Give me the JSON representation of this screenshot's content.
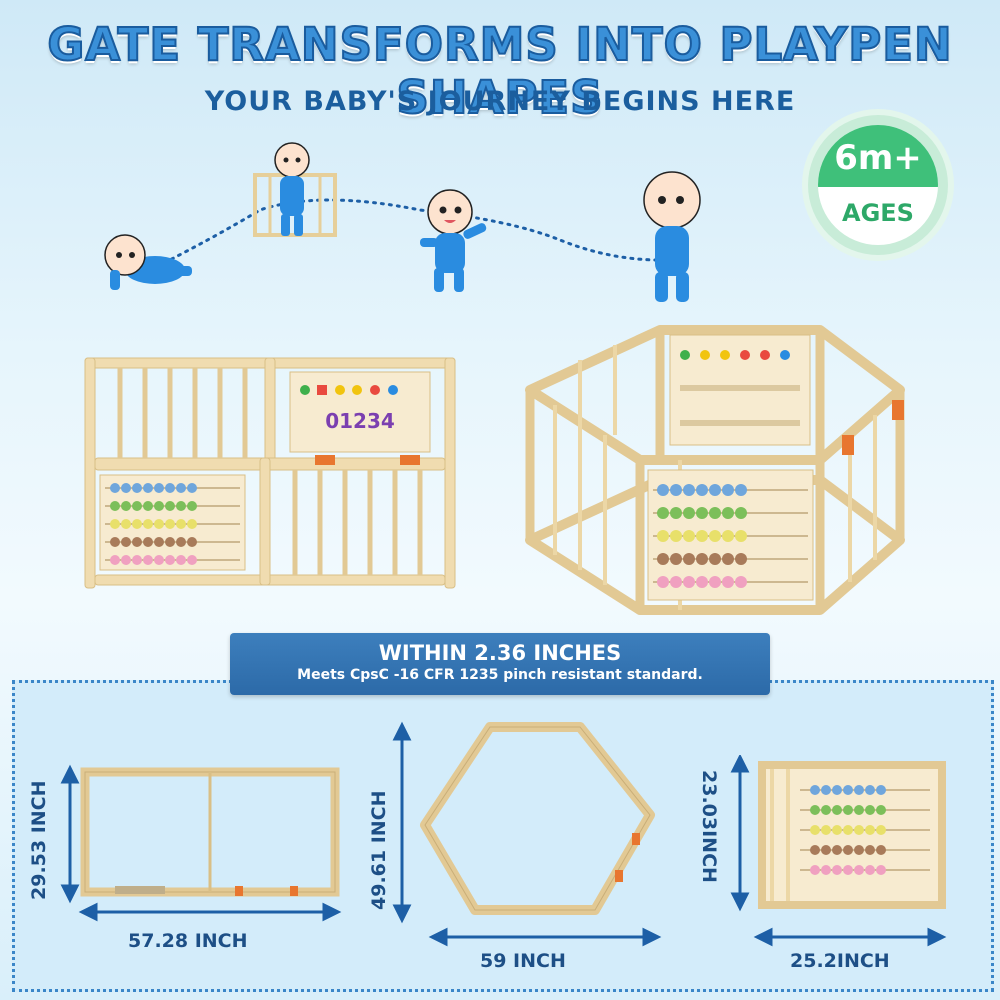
{
  "header": {
    "title": "GATE TRANSFORMS INTO PLAYPEN SHAPES",
    "subtitle": "YOUR BABY'S  JOURNEY BEGINS HERE"
  },
  "badge": {
    "age": "6m+",
    "label": "AGES"
  },
  "banner": {
    "title": "WITHIN 2.36 INCHES",
    "subtitle": "Meets CpsC -16 CFR 1235 pinch resistant standard."
  },
  "dimensions": {
    "rect_height": "29.53 INCH",
    "rect_width": "57.28 INCH",
    "hex_height": "49.61 INCH",
    "hex_width": "59 INCH",
    "panel_height": "23.03INCH",
    "panel_width": "25.2INCH"
  },
  "toy_panel": {
    "numbers": "01234"
  },
  "colors": {
    "wood": "#f0dcb0",
    "wood_dark": "#d9bf86",
    "baby_blue": "#2a8ce0",
    "accent_blue": "#1d4f86",
    "badge_green": "#3fc07a"
  }
}
